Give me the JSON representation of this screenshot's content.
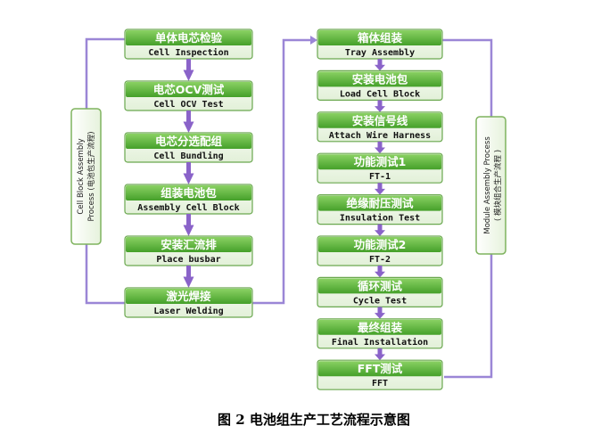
{
  "top_text": "",
  "left_column": [
    {
      "cn": "单体电芯检验",
      "en": "Cell Inspection"
    },
    {
      "cn": "电芯OCV测试",
      "en": "Cell OCV Test"
    },
    {
      "cn": "电芯分选配组",
      "en": "Cell  Bundling"
    },
    {
      "cn": "组装电池包",
      "en": "Assembly Cell Block"
    },
    {
      "cn": "安装汇流排",
      "en": "Place busbar"
    },
    {
      "cn": "激光焊接",
      "en": "Laser Welding"
    }
  ],
  "right_column": [
    {
      "cn": "箱体组装",
      "en": "Tray  Assembly"
    },
    {
      "cn": "安装电池包",
      "en": "Load Cell Block"
    },
    {
      "cn": "安装信号线",
      "en": "Attach Wire Harness"
    },
    {
      "cn": "功能测试1",
      "en": "FT-1"
    },
    {
      "cn": "绝缘耐压测试",
      "en": "Insulation Test"
    },
    {
      "cn": "功能测试2",
      "en": "FT-2"
    },
    {
      "cn": "循环测试",
      "en": "Cycle Test"
    },
    {
      "cn": "最终组装",
      "en": "Final Installation"
    },
    {
      "cn": "FFT测试",
      "en": "FFT"
    }
  ],
  "left_label": {
    "line1": "Cell Block Assembly",
    "line2": "Process (电池包生产流程)"
  },
  "right_label": {
    "line1": "Module Assembly Process",
    "line2": "( 模块组合生产流程 )"
  },
  "caption": "图 2  电池组生产工艺流程示意图",
  "colors": {
    "box_header_top": "#8ad163",
    "box_header_bottom": "#45a02a",
    "box_body": "#eef6e9",
    "box_border": "#6aa84f",
    "arrow": "#8a63c9",
    "connector": "#9b86d6",
    "side_label_fill": "#f4f9ee",
    "side_label_border": "#7fb35e"
  }
}
